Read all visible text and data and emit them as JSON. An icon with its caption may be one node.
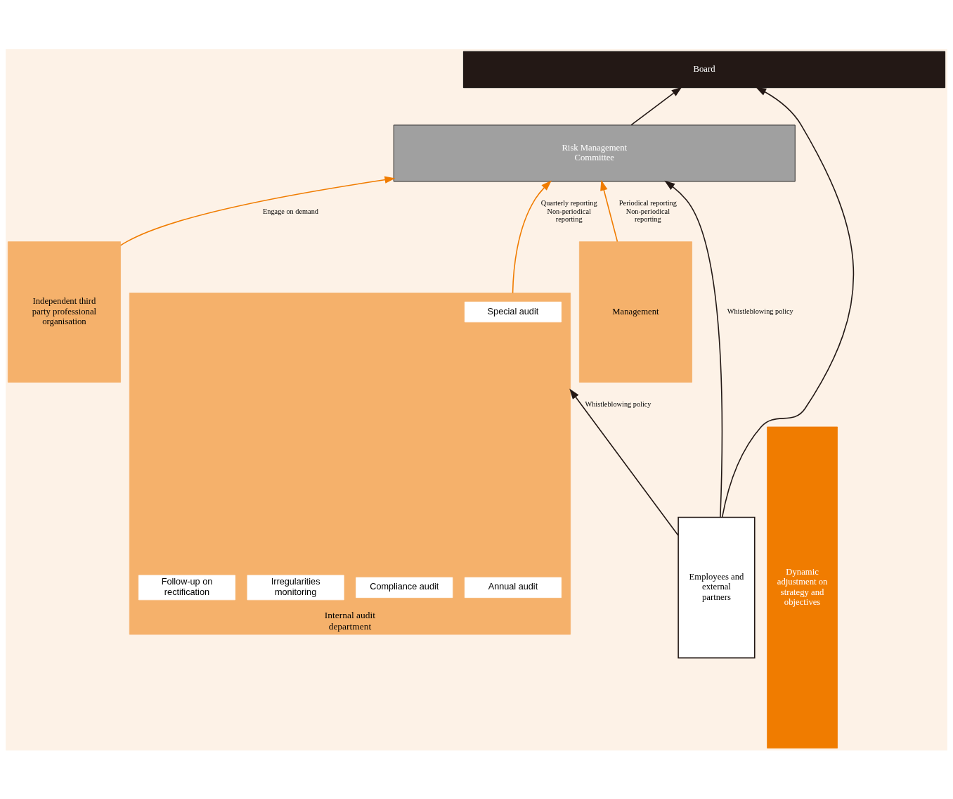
{
  "diagram": {
    "nodes": [
      {
        "text": [
          "Board"
        ]
      },
      {
        "text": [
          "Risk Management Committee"
        ]
      },
      {
        "text": [
          "Management"
        ]
      },
      {
        "text": [
          "Independent third party professional organisation"
        ]
      },
      {
        "text": [
          "Internal audit department"
        ]
      },
      {
        "text": [
          "Annual audit"
        ],
        "in": 4
      },
      {
        "text": [
          "Compliance audit"
        ],
        "in": 4
      },
      {
        "text": [
          "Special audit"
        ],
        "in": 4
      },
      {
        "text": [
          "Irregularities monitoring"
        ],
        "in": 4
      },
      {
        "text": [
          "Follow-up on rectification"
        ],
        "in": 4
      },
      {
        "text": [
          "Employees and external partners"
        ]
      },
      {
        "text": [
          "Dynamic adjustment on strategy and objectives"
        ]
      }
    ],
    "edges": [
      {
        "from": 1,
        "to": 0,
        "arrow": "to"
      },
      {
        "from": 2,
        "to": 1,
        "arrow": "to",
        "label": "Periodical reporting Non-periodical reporting",
        "color": "#f07c00"
      },
      {
        "from": 3,
        "to": 1,
        "arrow": "to",
        "label": "Engage on demand",
        "color": "#f07c00"
      },
      {
        "from": 4,
        "to": 1,
        "arrow": "to",
        "label": "Quarterly reporting Non-periodical reporting",
        "color": "#f07c00"
      },
      {
        "from": 10,
        "to": 1,
        "arrow": "to",
        "label": "Whistleblowing policy"
      },
      {
        "from": 10,
        "to": 0,
        "arrow": "to"
      },
      {
        "from": 10,
        "to": 4,
        "arrow": "to",
        "label": "Whistleblowing policy"
      }
    ]
  }
}
